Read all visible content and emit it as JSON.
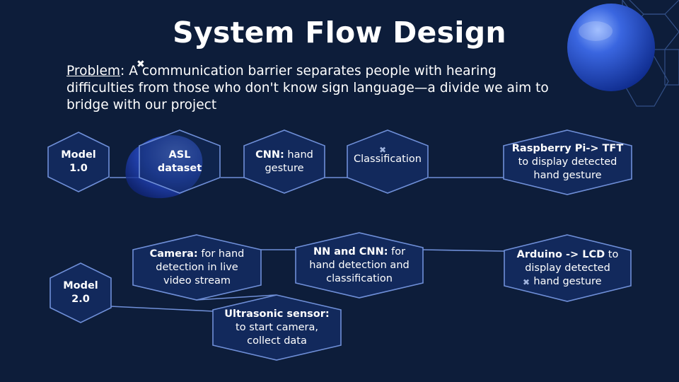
{
  "slide": {
    "title": "System Flow Design",
    "problem_label": "Problem",
    "problem_text": ": A communication barrier separates people with hearing difficulties from those who don't know sign language—a divide we aim to bridge with our project"
  },
  "colors": {
    "background": "#0d1d3a",
    "node_fill": "#12295c",
    "node_stroke": "#6f8fd8",
    "connector": "#6f8fd8",
    "sphere": "#2f59d6"
  },
  "model1": {
    "label": "Model 1.0",
    "nodes": [
      {
        "bold": "ASL dataset",
        "text": ""
      },
      {
        "bold": "CNN:",
        "text": " hand gesture"
      },
      {
        "bold": "",
        "text": "Classification"
      },
      {
        "bold": "Raspberry Pi-> TFT",
        "text": " to display detected hand gesture"
      }
    ]
  },
  "model2": {
    "label": "Model 2.0",
    "nodes": [
      {
        "bold": "Camera:",
        "text": " for hand detection in live video stream"
      },
      {
        "bold": "NN and CNN:",
        "text": " for hand detection and classification"
      },
      {
        "bold": "Arduino -> LCD",
        "text": " to display detected hand gesture"
      },
      {
        "bold": "Ultrasonic sensor:",
        "text": " to start camera, collect data"
      }
    ]
  },
  "marks": {
    "close_symbol": "✖"
  }
}
